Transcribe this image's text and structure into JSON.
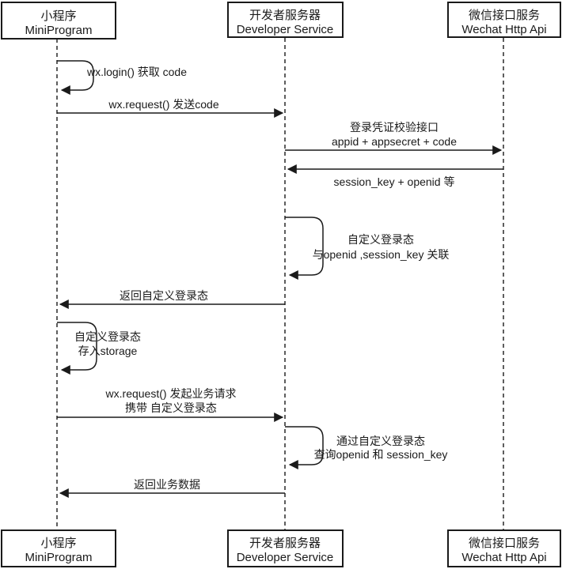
{
  "diagram": {
    "title": "WeChat MiniProgram login sequence",
    "colors": {
      "line": "#1a1a1a",
      "background": "#ffffff",
      "text": "#1a1a1a"
    },
    "actors": [
      {
        "zh": "小程序",
        "en": "MiniProgram"
      },
      {
        "zh": "开发者服务器",
        "en": "Developer Service"
      },
      {
        "zh": "微信接口服务",
        "en": "Wechat Http Api"
      }
    ],
    "messages": {
      "m1": {
        "text": "wx.login() 获取 code"
      },
      "m2": {
        "text": "wx.request() 发送code"
      },
      "m3": {
        "line1": "登录凭证校验接口",
        "line2": "appid + appsecret + code"
      },
      "m4": {
        "text": "session_key + openid 等"
      },
      "m5": {
        "line1": "自定义登录态",
        "line2": "与openid ,session_key 关联"
      },
      "m6": {
        "text": "返回自定义登录态"
      },
      "m7": {
        "line1": "自定义登录态",
        "line2": "存入storage"
      },
      "m8": {
        "line1": "wx.request() 发起业务请求",
        "line2": "携带 自定义登录态"
      },
      "m9": {
        "line1": "通过自定义登录态",
        "line2": "查询openid 和 session_key"
      },
      "m10": {
        "text": "返回业务数据"
      }
    }
  }
}
